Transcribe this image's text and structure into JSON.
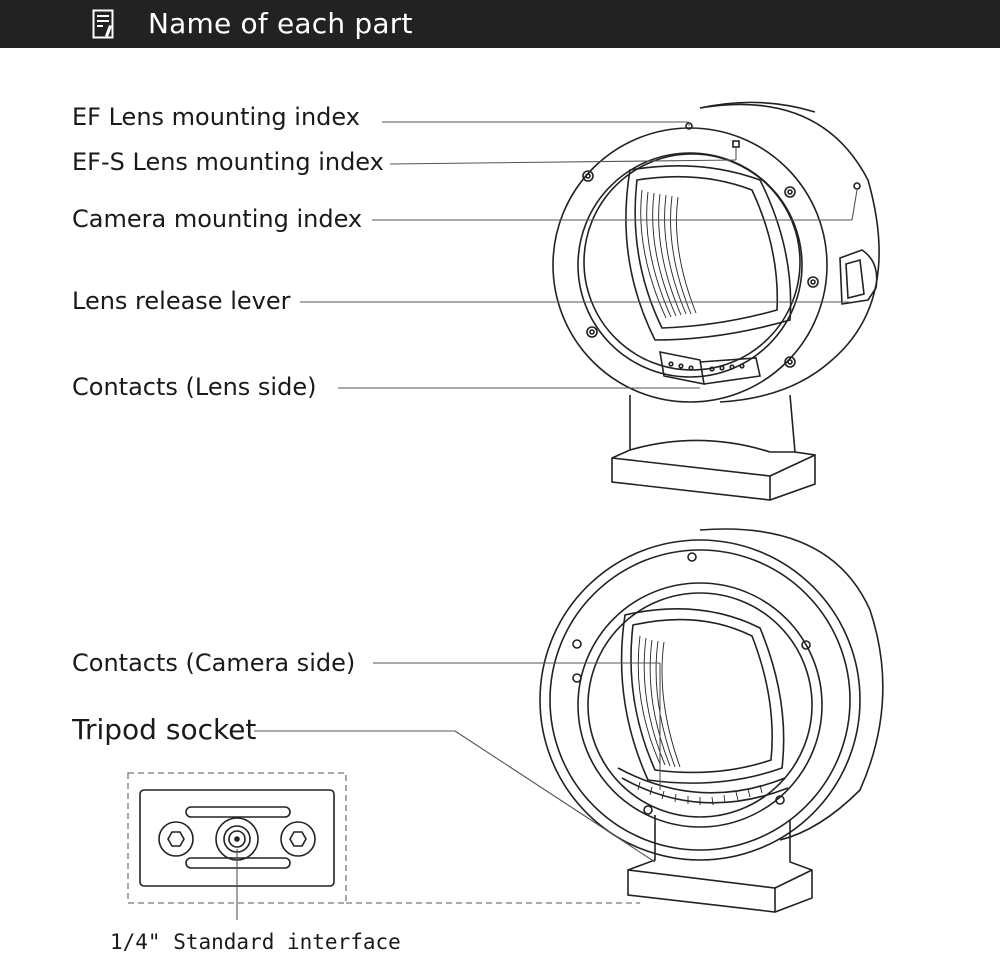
{
  "header": {
    "title": "Name of each part",
    "icon": "document-pencil-icon",
    "background": "#222222"
  },
  "labels": {
    "ef_index": "EF Lens mounting index",
    "efs_index": "EF-S Lens mounting index",
    "camera_index": "Camera mounting index",
    "release_lever": "Lens release lever",
    "contacts_lens": "Contacts (Lens side)",
    "contacts_camera": "Contacts (Camera side)",
    "tripod_socket": "Tripod socket",
    "standard_interface": "1/4\" Standard interface"
  }
}
